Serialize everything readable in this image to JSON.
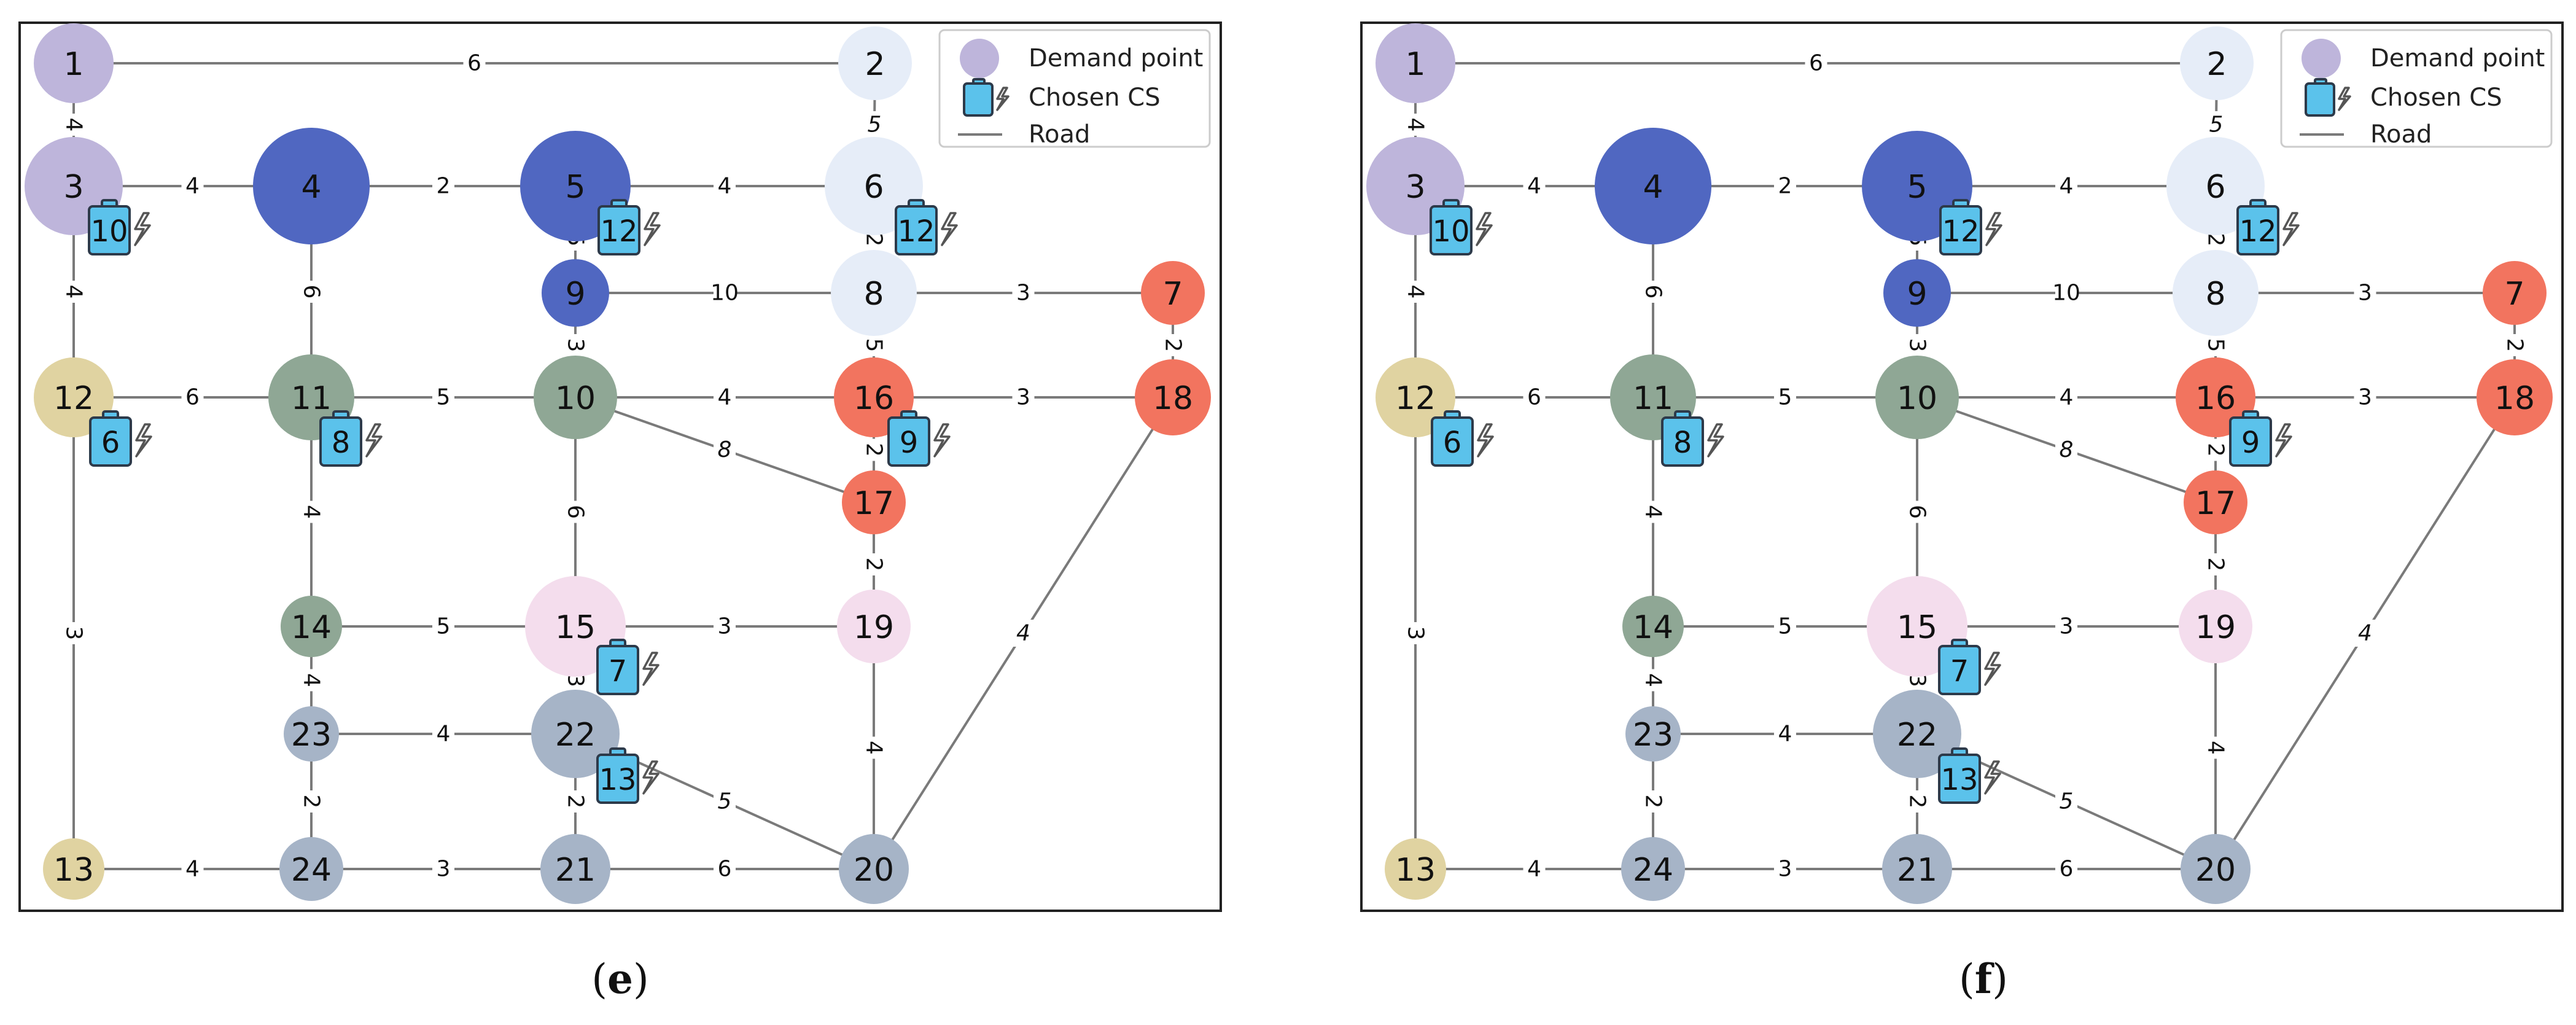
{
  "colors": {
    "demand_point_legend": "#beb5db",
    "road": "#7a7a7a",
    "chosen_cs": "#5bc2eb"
  },
  "legend": {
    "demand_point": "Demand point",
    "chosen_cs": "Chosen CS",
    "road": "Road"
  },
  "nodes": [
    {
      "id": "1",
      "color": "#beb5db"
    },
    {
      "id": "2",
      "color": "#e6edf8"
    },
    {
      "id": "3",
      "color": "#beb5db"
    },
    {
      "id": "4",
      "color": "#5067c1"
    },
    {
      "id": "5",
      "color": "#5067c1"
    },
    {
      "id": "6",
      "color": "#e6edf8"
    },
    {
      "id": "7",
      "color": "#f2745f"
    },
    {
      "id": "8",
      "color": "#e6edf8"
    },
    {
      "id": "9",
      "color": "#5067c1"
    },
    {
      "id": "10",
      "color": "#8fa795"
    },
    {
      "id": "11",
      "color": "#8fa795"
    },
    {
      "id": "12",
      "color": "#e0d3a1"
    },
    {
      "id": "13",
      "color": "#e0d3a1"
    },
    {
      "id": "14",
      "color": "#8fa795"
    },
    {
      "id": "15",
      "color": "#f4dded"
    },
    {
      "id": "16",
      "color": "#f2745f"
    },
    {
      "id": "17",
      "color": "#f2745f"
    },
    {
      "id": "18",
      "color": "#f2745f"
    },
    {
      "id": "19",
      "color": "#f4dded"
    },
    {
      "id": "20",
      "color": "#a6b4c7"
    },
    {
      "id": "21",
      "color": "#a6b4c7"
    },
    {
      "id": "22",
      "color": "#a6b4c7"
    },
    {
      "id": "23",
      "color": "#a6b4c7"
    },
    {
      "id": "24",
      "color": "#a6b4c7"
    }
  ],
  "edges": [
    {
      "from": "1",
      "to": "2",
      "w": "6"
    },
    {
      "from": "1",
      "to": "3",
      "w": "4"
    },
    {
      "from": "2",
      "to": "6",
      "w": "5"
    },
    {
      "from": "3",
      "to": "4",
      "w": "4"
    },
    {
      "from": "4",
      "to": "5",
      "w": "2"
    },
    {
      "from": "5",
      "to": "6",
      "w": "4"
    },
    {
      "from": "3",
      "to": "12",
      "w": "4"
    },
    {
      "from": "4",
      "to": "11",
      "w": "6"
    },
    {
      "from": "5",
      "to": "9",
      "w": "5"
    },
    {
      "from": "6",
      "to": "8",
      "w": "2"
    },
    {
      "from": "9",
      "to": "8",
      "w": "10"
    },
    {
      "from": "8",
      "to": "7",
      "w": "3"
    },
    {
      "from": "9",
      "to": "10",
      "w": "3"
    },
    {
      "from": "8",
      "to": "16",
      "w": "5"
    },
    {
      "from": "7",
      "to": "18",
      "w": "2"
    },
    {
      "from": "12",
      "to": "11",
      "w": "6"
    },
    {
      "from": "11",
      "to": "10",
      "w": "5"
    },
    {
      "from": "10",
      "to": "16",
      "w": "4"
    },
    {
      "from": "16",
      "to": "18",
      "w": "3"
    },
    {
      "from": "10",
      "to": "17",
      "w": "8"
    },
    {
      "from": "16",
      "to": "17",
      "w": "2"
    },
    {
      "from": "11",
      "to": "14",
      "w": "4"
    },
    {
      "from": "10",
      "to": "15",
      "w": "6"
    },
    {
      "from": "17",
      "to": "19",
      "w": "2"
    },
    {
      "from": "12",
      "to": "13",
      "w": "3"
    },
    {
      "from": "14",
      "to": "15",
      "w": "5"
    },
    {
      "from": "15",
      "to": "19",
      "w": "3"
    },
    {
      "from": "18",
      "to": "20",
      "w": "4"
    },
    {
      "from": "14",
      "to": "23",
      "w": "4"
    },
    {
      "from": "15",
      "to": "22",
      "w": "3"
    },
    {
      "from": "23",
      "to": "22",
      "w": "4"
    },
    {
      "from": "19",
      "to": "20",
      "w": "4"
    },
    {
      "from": "22",
      "to": "20",
      "w": "5"
    },
    {
      "from": "23",
      "to": "24",
      "w": "2"
    },
    {
      "from": "22",
      "to": "21",
      "w": "2"
    },
    {
      "from": "13",
      "to": "24",
      "w": "4"
    },
    {
      "from": "24",
      "to": "21",
      "w": "3"
    },
    {
      "from": "21",
      "to": "20",
      "w": "6"
    }
  ],
  "panels": [
    {
      "caption": "e",
      "stations": [
        {
          "node": "3",
          "label": "10"
        },
        {
          "node": "5",
          "label": "12"
        },
        {
          "node": "6",
          "label": "12"
        },
        {
          "node": "12",
          "label": "6"
        },
        {
          "node": "11",
          "label": "8"
        },
        {
          "node": "16",
          "label": "9"
        },
        {
          "node": "15",
          "label": "7"
        },
        {
          "node": "22",
          "label": "13"
        }
      ]
    },
    {
      "caption": "f",
      "stations": [
        {
          "node": "3",
          "label": "10"
        },
        {
          "node": "5",
          "label": "12"
        },
        {
          "node": "6",
          "label": "12"
        },
        {
          "node": "12",
          "label": "6"
        },
        {
          "node": "11",
          "label": "8"
        },
        {
          "node": "16",
          "label": "9"
        },
        {
          "node": "15",
          "label": "7"
        },
        {
          "node": "22",
          "label": "13"
        }
      ]
    }
  ]
}
